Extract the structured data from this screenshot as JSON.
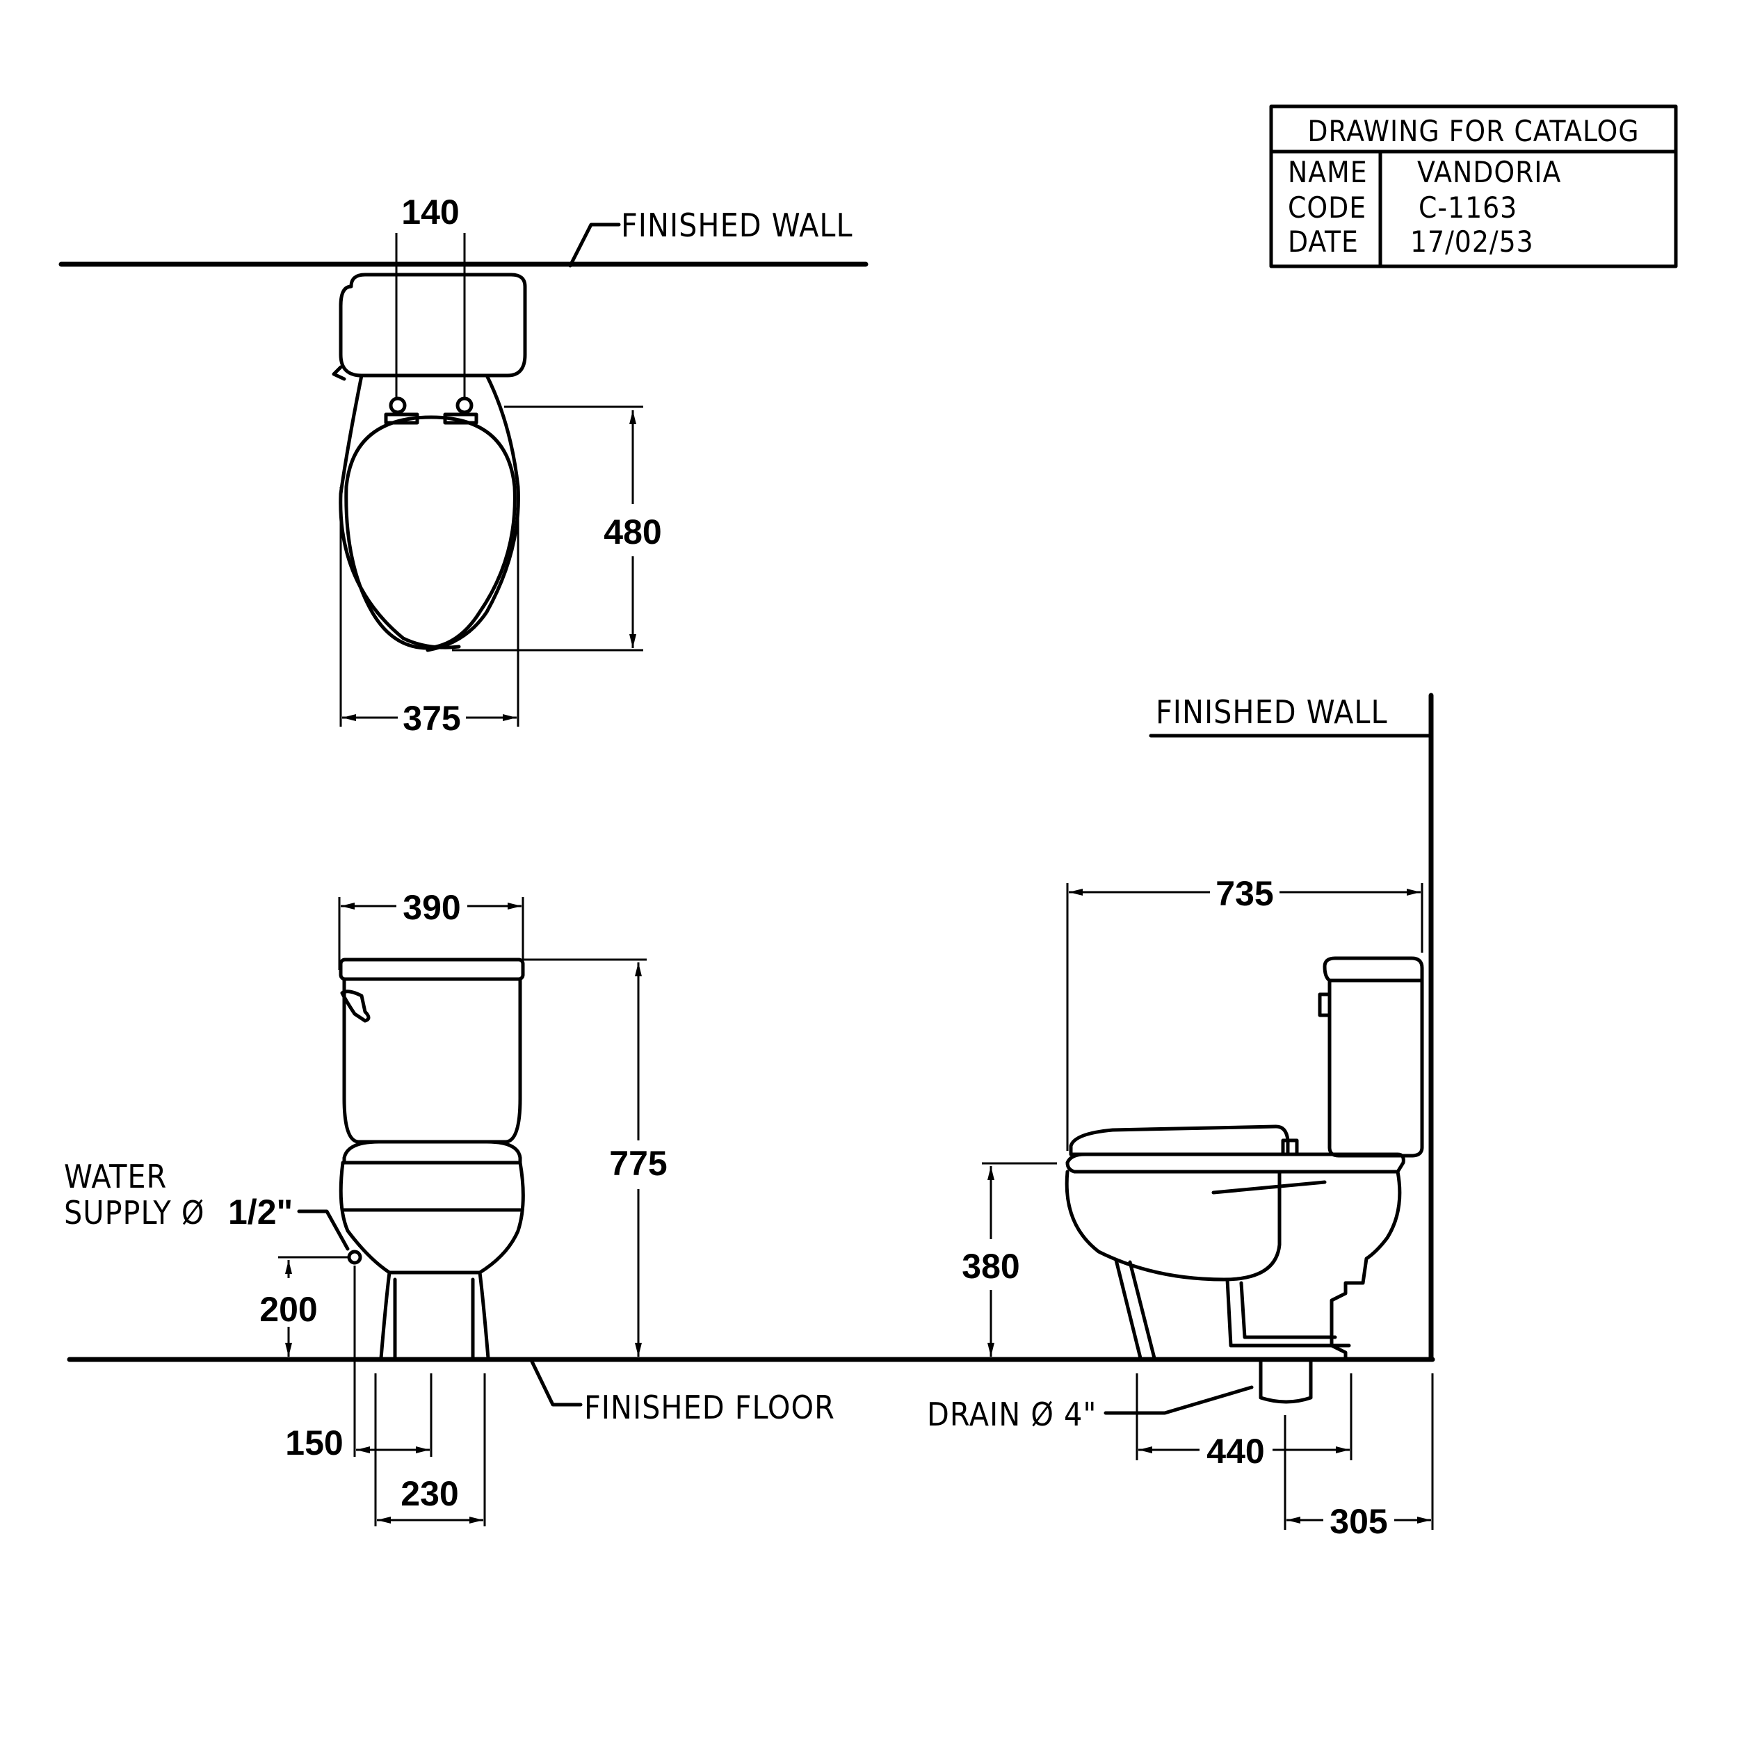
{
  "title_block": {
    "heading": "DRAWING FOR CATALOG",
    "rows": [
      {
        "key": "NAME",
        "value": "VANDORIA"
      },
      {
        "key": "CODE",
        "value": "C-1163"
      },
      {
        "key": "DATE",
        "value": "17/02/53"
      }
    ]
  },
  "labels": {
    "finished_wall_top": "FINISHED WALL",
    "finished_wall_side": "FINISHED WALL",
    "finished_floor": "FINISHED FLOOR",
    "water_supply_line1": "WATER",
    "water_supply_line2": "SUPPLY Ø",
    "water_supply_size": "1/2\"",
    "drain": "DRAIN Ø 4\""
  },
  "dimensions": {
    "top_hinge_spacing": "140",
    "top_bowl_length": "480",
    "top_bowl_width": "375",
    "front_tank_width": "390",
    "front_total_height": "775",
    "front_supply_height": "200",
    "front_supply_offset": "150",
    "front_base_width": "230",
    "side_total_depth": "735",
    "side_seat_height": "380",
    "side_base_depth": "440",
    "side_rough_in": "305"
  }
}
